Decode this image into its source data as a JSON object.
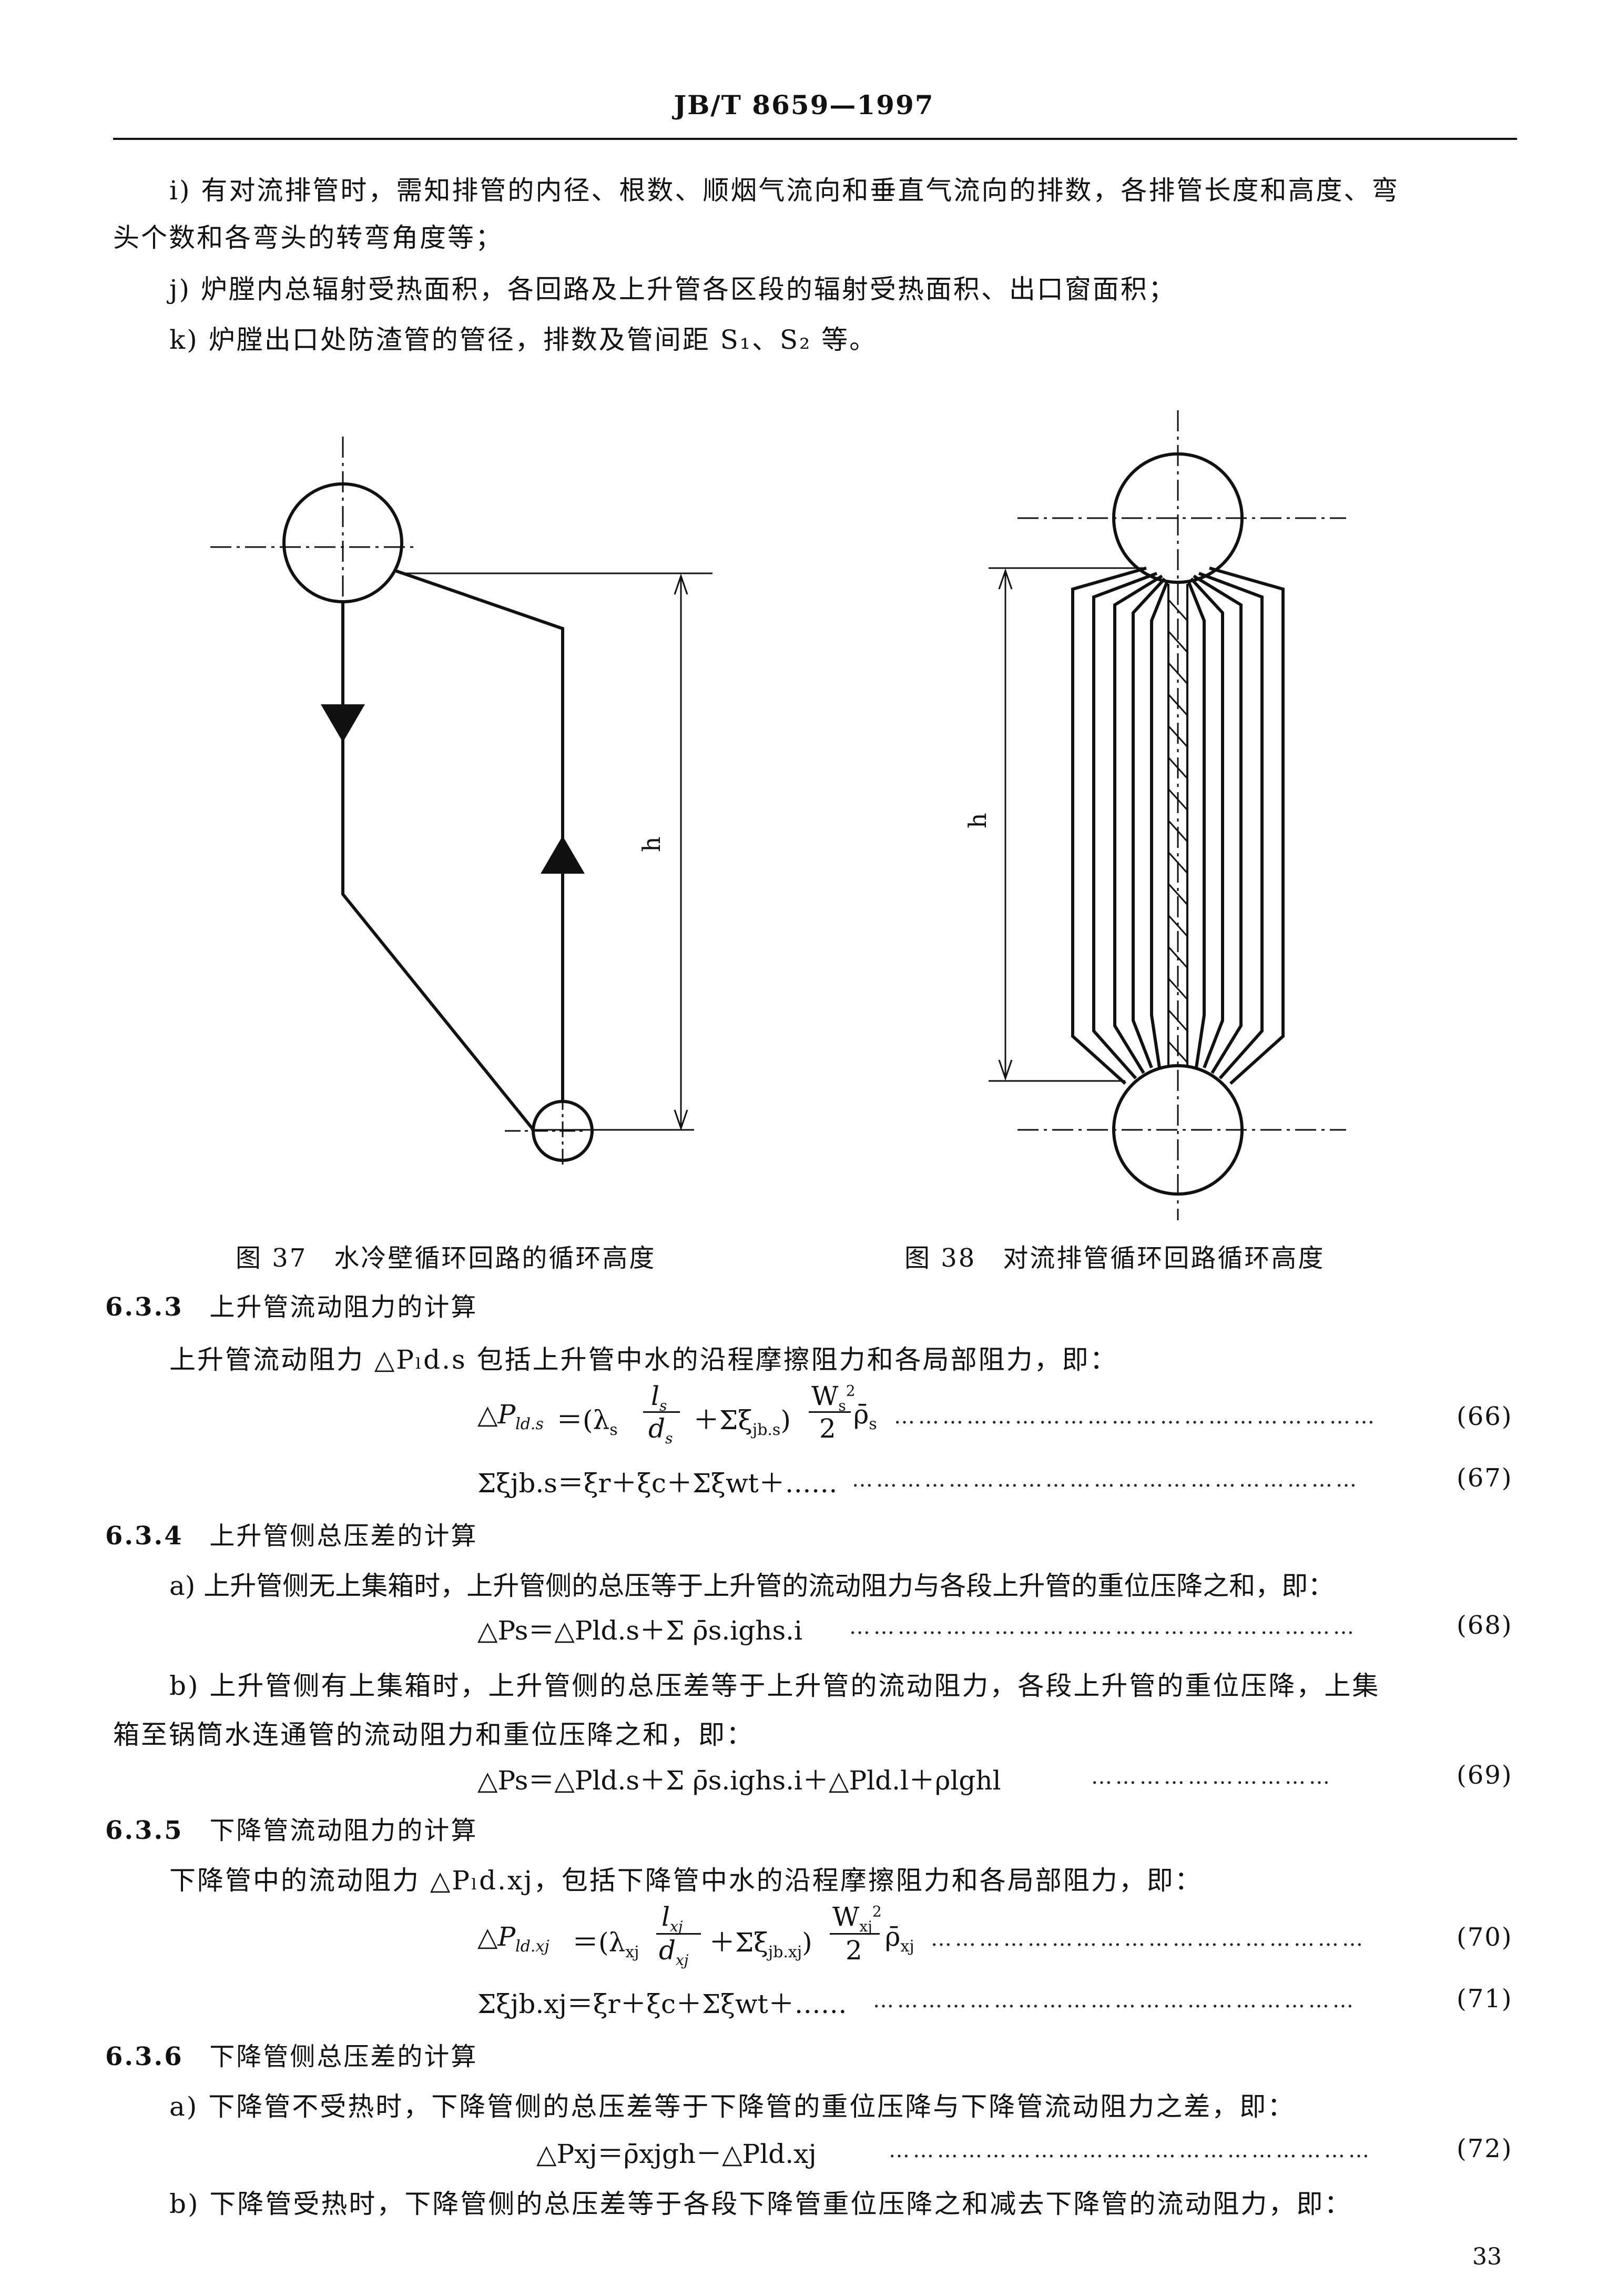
{
  "header": {
    "doc_no": "JB/T 8659—1997"
  },
  "items": [
    {
      "text_a": "i) 有对流排管时，需知排管的内径、根数、顺烟气流向和垂直气流向的排数，各排管长度和高度、弯",
      "text_b": "头个数和各弯头的转弯角度等；"
    },
    {
      "text": "j) 炉膛内总辐射受热面积，各回路及上升管各区段的辐射受热面积、出口窗面积；"
    },
    {
      "text": "k) 炉膛出口处防渣管的管径，排数及管间距 S₁、S₂ 等。"
    }
  ],
  "figures": {
    "fig37": {
      "h_label": "h",
      "caption": "图 37　水冷壁循环回路的循环高度"
    },
    "fig38": {
      "h_label": "h",
      "caption": "图 38　对流排管循环回路循环高度"
    }
  },
  "sections": [
    {
      "no": "6.3.3",
      "title": "上升管流动阻力的计算",
      "text": "上升管流动阻力 △Pₗd.s 包括上升管中水的沿程摩擦阻力和各局部阻力，即："
    },
    {
      "no": "6.3.4",
      "title": "上升管侧总压差的计算",
      "text_a": "a) 上升管侧无上集箱时，上升管侧的总压等于上升管的流动阻力与各段上升管的重位压降之和，即：",
      "text_b1": "b) 上升管侧有上集箱时，上升管侧的总压差等于上升管的流动阻力，各段上升管的重位压降，上集",
      "text_b2": "箱至锅筒水连通管的流动阻力和重位压降之和，即："
    },
    {
      "no": "6.3.5",
      "title": "下降管流动阻力的计算",
      "text": "下降管中的流动阻力 △Pₗd.xj，包括下降管中水的沿程摩擦阻力和各局部阻力，即："
    },
    {
      "no": "6.3.6",
      "title": "下降管侧总压差的计算",
      "text_a": "a) 下降管不受热时，下降管侧的总压差等于下降管的重位压降与下降管流动阻力之差，即：",
      "text_b": "b) 下降管受热时，下降管侧的总压差等于各段下降管重位压降之和减去下降管的流动阻力，即："
    }
  ],
  "equations": {
    "e66": {
      "no": "(66)"
    },
    "e67": {
      "text": "Σξjb.s＝ξr＋ξc＋Σξwt＋……",
      "no": "(67)"
    },
    "e68": {
      "text": "△Ps＝△Pld.s＋Σ ρ̄s.ighs.i",
      "no": "(68)"
    },
    "e69": {
      "text": "△Ps＝△Pld.s＋Σ ρ̄s.ighs.i＋△Pld.l＋ρlghl",
      "no": "(69)"
    },
    "e70": {
      "no": "(70)"
    },
    "e71": {
      "text": "Σξjb.xj＝ξr＋ξc＋Σξwt＋……",
      "no": "(71)"
    },
    "e72": {
      "text": "△Pxj＝ρ̄xjgh－△Pld.xj",
      "no": "(72)"
    }
  },
  "page_number": "33"
}
